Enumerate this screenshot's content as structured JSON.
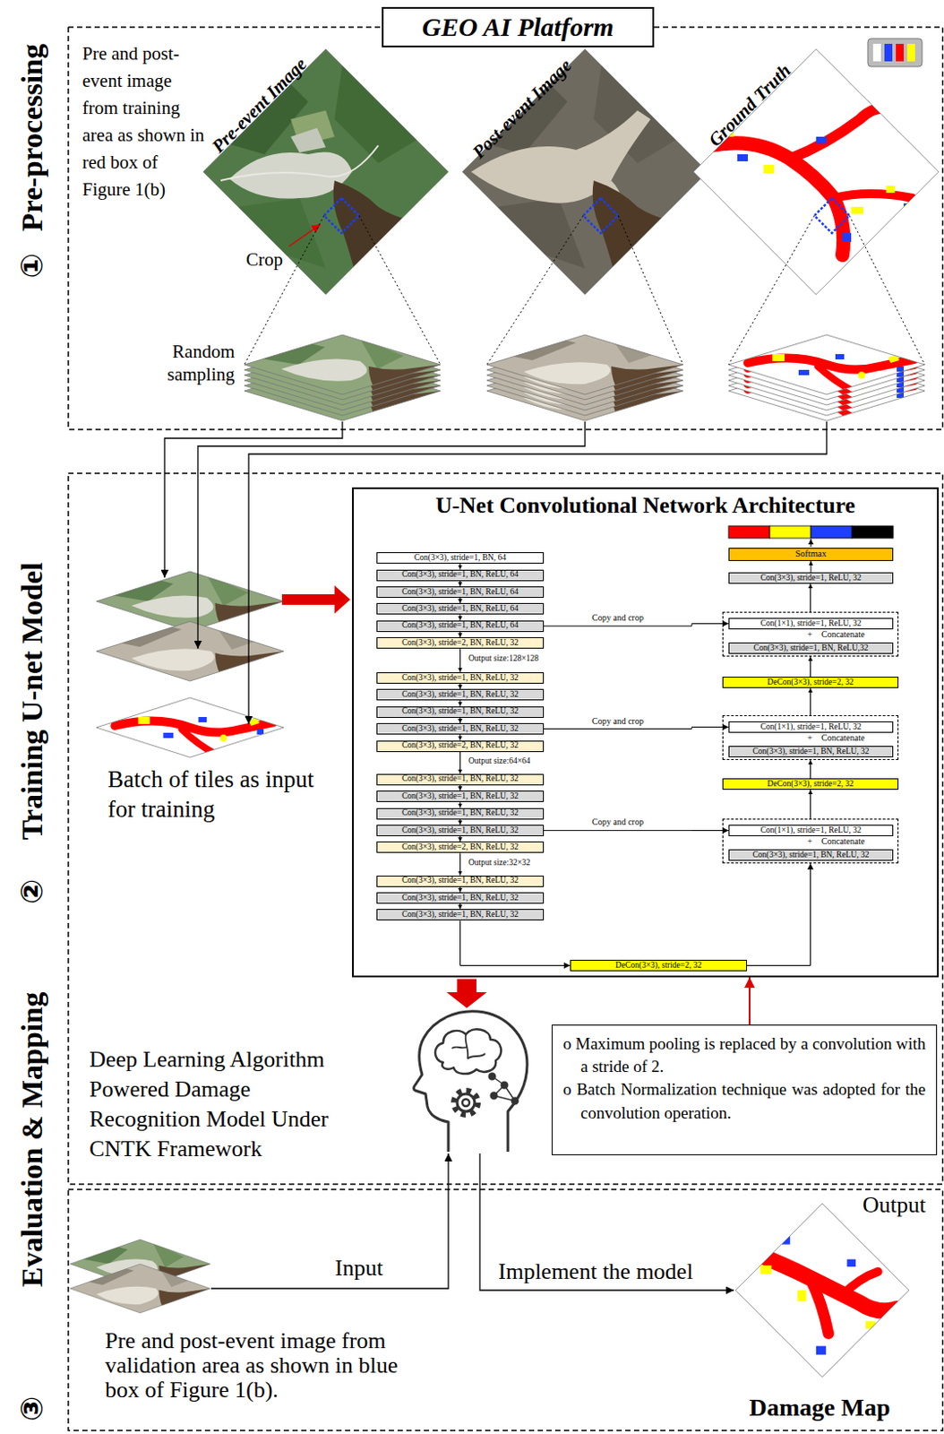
{
  "diagram": {
    "nodes": [
      {
        "text": [
          "GEO AI Platform"
        ]
      },
      {
        "text": [
          "U-Net Convolutional Network Architecture"
        ]
      },
      {
        "text": [
          "Con(3×3), stride=1, BN, 64"
        ],
        "in": 1
      },
      {
        "text": [
          "Con(3×3), stride=1, BN, ReLU, 64"
        ],
        "in": 1
      },
      {
        "text": [
          "Con(3×3), stride=1, BN, ReLU, 64"
        ],
        "in": 1
      },
      {
        "text": [
          "Con(3×3), stride=1, BN, ReLU, 64"
        ],
        "in": 1
      },
      {
        "text": [
          "Con(3×3), stride=1, BN, ReLU, 64"
        ],
        "in": 1
      },
      {
        "text": [
          "Con(3×3), stride=2, BN, ReLU, 32"
        ],
        "in": 1
      },
      {
        "text": [
          "Con(3×3), stride=1, BN, ReLU, 32"
        ],
        "in": 1
      },
      {
        "text": [
          "Con(3×3), stride=1, BN, ReLU, 32"
        ],
        "in": 1
      },
      {
        "text": [
          "Con(3×3), stride=1, BN, ReLU, 32"
        ],
        "in": 1
      },
      {
        "text": [
          "Con(3×3), stride=1, BN, ReLU, 32"
        ],
        "in": 1
      },
      {
        "text": [
          "Con(3×3), stride=2, BN, ReLU, 32"
        ],
        "in": 1
      },
      {
        "text": [
          "Con(3×3), stride=1, BN, ReLU, 32"
        ],
        "in": 1
      },
      {
        "text": [
          "Con(3×3), stride=1, BN, ReLU, 32"
        ],
        "in": 1
      },
      {
        "text": [
          "Con(3×3), stride=1, BN, ReLU, 32"
        ],
        "in": 1
      },
      {
        "text": [
          "Con(3×3), stride=1, BN, ReLU, 32"
        ],
        "in": 1
      },
      {
        "text": [
          "Con(3×3), stride=2, BN, ReLU, 32"
        ],
        "in": 1
      },
      {
        "text": [
          "Con(3×3), stride=1, BN, ReLU, 32"
        ],
        "in": 1
      },
      {
        "text": [
          "Con(3×3), stride=1, BN, ReLU, 32"
        ],
        "in": 1
      },
      {
        "text": [
          "Con(3×3), stride=1, BN, ReLU, 32"
        ],
        "in": 1
      },
      {
        "text": [
          "Softmax"
        ],
        "in": 1
      },
      {
        "text": [
          "Con(3×3), stride=1, ReLU, 32"
        ],
        "in": 1
      },
      {
        "text": [
          "+",
          "Concatenate"
        ],
        "in": 1
      },
      {
        "text": [
          "Con(1×1), stride=1, ReLU, 32"
        ],
        "in": 23
      },
      {
        "text": [
          "Con(3×3), stride=1, BN, ReLU,32"
        ],
        "in": 23
      },
      {
        "text": [
          "DeCon(3×3), stride=2, 32"
        ],
        "in": 1
      },
      {
        "text": [
          "+",
          "Concatenate"
        ],
        "in": 1
      },
      {
        "text": [
          "Con(1×1), stride=1, ReLU, 32"
        ],
        "in": 27
      },
      {
        "text": [
          "Con(3×3), stride=1, BN, ReLU, 32"
        ],
        "in": 27
      },
      {
        "text": [
          "DeCon(3×3), stride=2, 32"
        ],
        "in": 1
      },
      {
        "text": [
          "+",
          "Concatenate"
        ],
        "in": 1
      },
      {
        "text": [
          "Con(1×1), stride=1, ReLU, 32"
        ],
        "in": 31
      },
      {
        "text": [
          "Con(3×3), stride=1, BN, ReLU, 32"
        ],
        "in": 31
      },
      {
        "text": [
          "DeCon(3×3), stride=2, 32"
        ],
        "in": 1
      },
      {
        "text": [
          "o Maximum pooling is replaced by a convolution with a stride of 2.",
          "o Batch Normalization technique was adopted for the convolution operation."
        ]
      }
    ],
    "edges": [
      {
        "from": 2,
        "to": 3,
        "arrow": "to"
      },
      {
        "from": 3,
        "to": 4,
        "arrow": "to"
      },
      {
        "from": 4,
        "to": 5,
        "arrow": "to"
      },
      {
        "from": 5,
        "to": 6,
        "arrow": "to"
      },
      {
        "from": 6,
        "to": 7,
        "arrow": "to"
      },
      {
        "from": 7,
        "to": 8,
        "arrow": "to"
      },
      {
        "from": 8,
        "to": 9,
        "arrow": "to"
      },
      {
        "from": 9,
        "to": 10,
        "arrow": "to"
      },
      {
        "from": 10,
        "to": 11,
        "arrow": "to"
      },
      {
        "from": 11,
        "to": 12,
        "arrow": "to"
      },
      {
        "from": 12,
        "to": 13,
        "arrow": "to"
      },
      {
        "from": 13,
        "to": 14,
        "arrow": "to"
      },
      {
        "from": 14,
        "to": 15,
        "arrow": "to"
      },
      {
        "from": 15,
        "to": 16,
        "arrow": "to"
      },
      {
        "from": 16,
        "to": 17,
        "arrow": "to"
      },
      {
        "from": 17,
        "to": 18,
        "arrow": "to"
      },
      {
        "from": 18,
        "to": 19,
        "arrow": "to"
      },
      {
        "from": 19,
        "to": 20,
        "arrow": "to"
      },
      {
        "from": 20,
        "to": 34,
        "arrow": "to"
      },
      {
        "from": 34,
        "to": 31,
        "arrow": "to"
      },
      {
        "from": 31,
        "to": 30,
        "arrow": "to"
      },
      {
        "from": 30,
        "to": 27,
        "arrow": "to"
      },
      {
        "from": 27,
        "to": 26,
        "arrow": "to"
      },
      {
        "from": 26,
        "to": 23,
        "arrow": "to"
      },
      {
        "from": 23,
        "to": 22,
        "arrow": "to"
      },
      {
        "from": 22,
        "to": 21,
        "arrow": "to"
      },
      {
        "from": 6,
        "to": 24,
        "label": "Copy and crop",
        "arrow": "to"
      },
      {
        "from": 11,
        "to": 28,
        "label": "Copy and crop",
        "arrow": "to"
      },
      {
        "from": 16,
        "to": 32,
        "label": "Copy and crop",
        "arrow": "to"
      },
      {
        "from": 35,
        "to": 1,
        "arrow": "to"
      }
    ],
    "labels": [
      "①",
      "Pre-processing",
      "②",
      "Training U-net Model",
      "Evaluation & Mapping",
      "③",
      "Pre and post-event image from training area as shown in red box of Figure 1(b)",
      "Pre-event Image",
      "Post-event Image",
      "Ground Truth",
      "Crop",
      "Random sampling",
      "Output size:128×128",
      "Output size:64×64",
      "Output size:32×32",
      "Batch of tiles as input for training",
      "Deep Learning Algorithm Powered Damage Recognition Model Under CNTK Framework",
      "Input",
      "Implement the model",
      "Output",
      "Damage Map",
      "Pre and post-event image from validation area as shown in blue box of Figure 1(b)."
    ]
  }
}
